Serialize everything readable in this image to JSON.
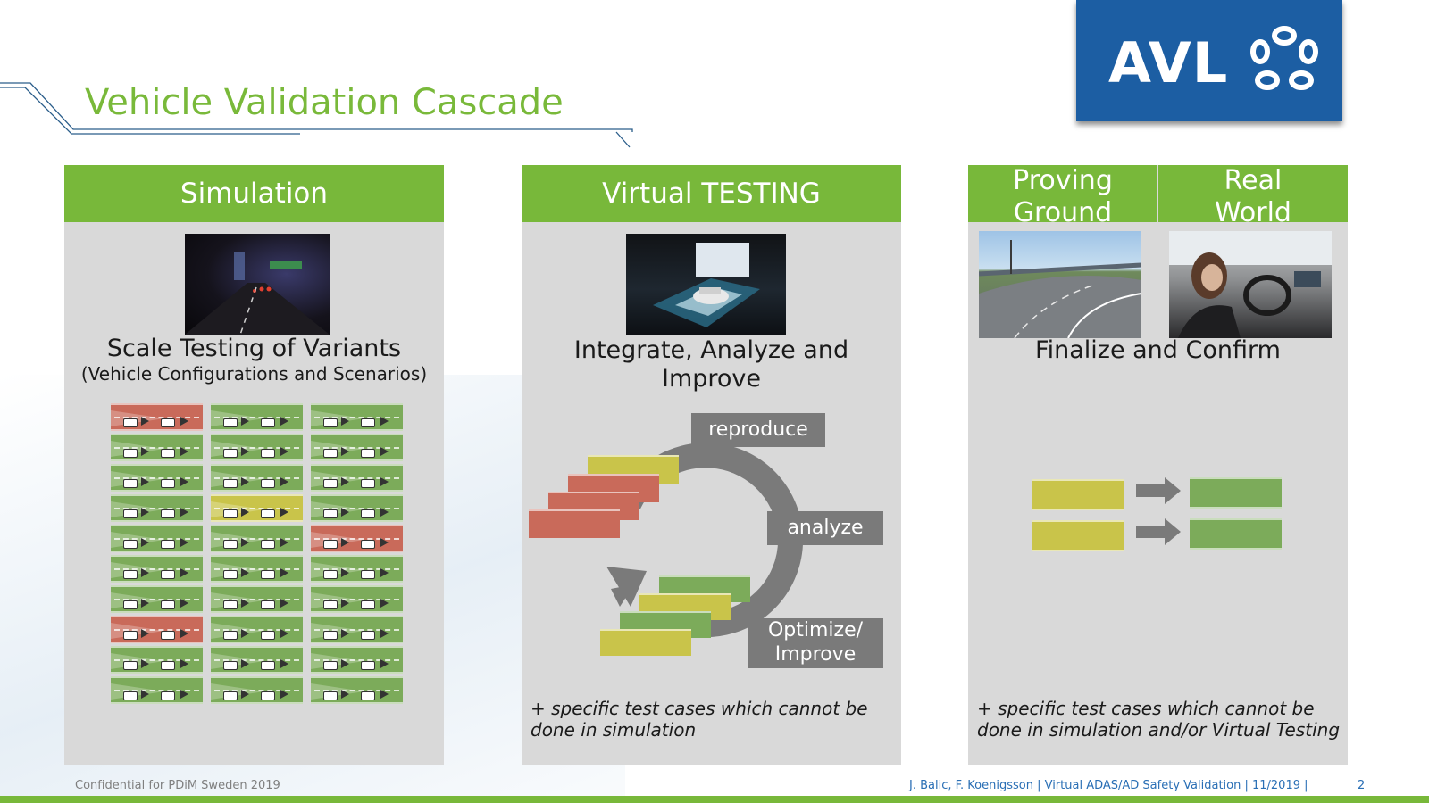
{
  "slide": {
    "title": "Vehicle Validation Cascade",
    "logo_text": "AVL",
    "page_number": "2"
  },
  "colors": {
    "green": "#78b83a",
    "blue": "#1c5ea3",
    "panel": "#d9d9d9",
    "label_box": "#7a7a7a"
  },
  "panels": {
    "simulation": {
      "header": "Simulation",
      "heading": "Scale Testing of Variants",
      "subheading": "(Vehicle Configurations and Scenarios)",
      "tile_colors": [
        "red",
        "green",
        "green",
        "green",
        "green",
        "green",
        "green",
        "green",
        "green",
        "green",
        "yellow",
        "green",
        "green",
        "green",
        "red",
        "green",
        "green",
        "green",
        "green",
        "green",
        "green",
        "red",
        "green",
        "green",
        "green",
        "green",
        "green",
        "green",
        "green",
        "green"
      ]
    },
    "virtual": {
      "header": "Virtual TESTING",
      "heading_line1": "Integrate, Analyze and",
      "heading_line2": "Improve",
      "cycle": {
        "reproduce": "reproduce",
        "analyze": "analyze",
        "optimize_line1": "Optimize/",
        "optimize_line2": "Improve"
      },
      "note_line1": "+ specific test cases which cannot be",
      "note_line2": "done in simulation"
    },
    "real": {
      "header_left_line1": "Proving",
      "header_left_line2": "Ground",
      "header_right_line1": "Real",
      "header_right_line2": "World",
      "heading": "Finalize and Confirm",
      "note_line1": "+ specific test cases which cannot be",
      "note_line2": "done in simulation and/or Virtual Testing"
    }
  },
  "footer": {
    "left": "Confidential for PDiM Sweden 2019",
    "right": "J. Balic, F. Koenigsson | Virtual ADAS/AD Safety Validation | 11/2019 |"
  }
}
